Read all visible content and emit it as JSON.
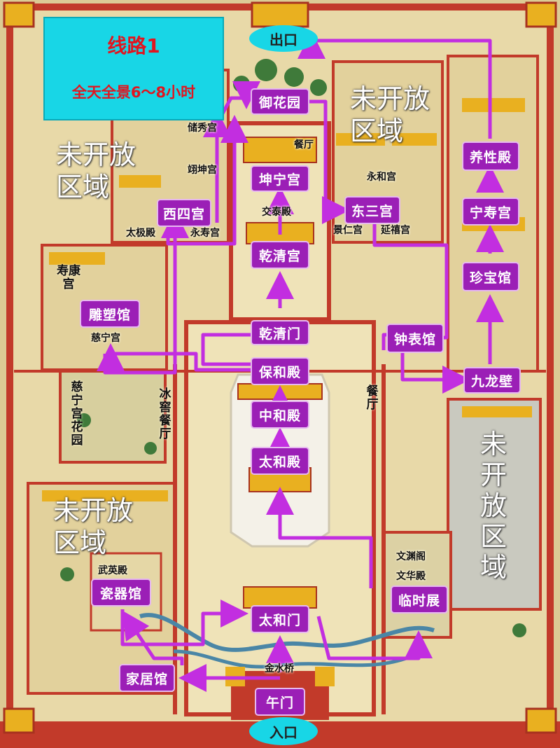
{
  "route": {
    "title": "线路1",
    "subtitle": "全天全景6～8小时",
    "color": "#c22ee0"
  },
  "endpoints": {
    "exit": "出口",
    "entrance": "入口"
  },
  "stops": {
    "yuhuayuan": "御花园",
    "kunninggong": "坤宁宫",
    "xisigong": "西四宫",
    "qianqinggong": "乾清宫",
    "dongsangong": "东三宫",
    "qianqingmen": "乾清门",
    "diaosuguan": "雕塑馆",
    "baohedian": "保和殿",
    "zhonghedian": "中和殿",
    "taihedian": "太和殿",
    "cqiguan": "瓷器馆",
    "taihemen": "太和门",
    "linshizhan": "临时展",
    "jiajuguan": "家居馆",
    "wumen": "午门",
    "yangxingdian": "养性殿",
    "ningshougong": "宁寿宫",
    "zhenbaoguan": "珍宝馆",
    "zhongbiaoguan": "钟表馆",
    "jiulongbi": "九龙壁"
  },
  "closed_areas": {
    "northwest": [
      "未开放",
      "区域"
    ],
    "northeast": [
      "未开放",
      "区域"
    ],
    "southwest": [
      "未开放",
      "区域"
    ],
    "east": [
      "未",
      "开",
      "放",
      "区",
      "域"
    ]
  },
  "labels": {
    "chuxiugong": "储秀宫",
    "yikungong": "翊坤宫",
    "taijidian": "太极殿",
    "yongshougong": "永寿宫",
    "canting_north": "餐厅",
    "jiaotaidian": "交泰殿",
    "yonghegong": "永和宫",
    "jingrengong": "景仁宫",
    "yanxigong": "延禧宫",
    "shoukanggong": "寿康宫",
    "cininggong": "慈宁宫",
    "cininggong_garden": "慈宁宫花园",
    "bingjiao_canting": "冰窖餐厅",
    "canting_east": "餐厅",
    "wuyingdian": "武英殿",
    "wenyuange": "文渊阁",
    "wenhuadian": "文华殿",
    "jinshuiqiao": "金水桥"
  },
  "colors": {
    "wall": "#c23a2a",
    "roof": "#e9b020",
    "ground": "#e9dcae",
    "stop_bg": "#9b1fb6",
    "oval_bg": "#18d6e6",
    "title_text": "#e01620"
  }
}
